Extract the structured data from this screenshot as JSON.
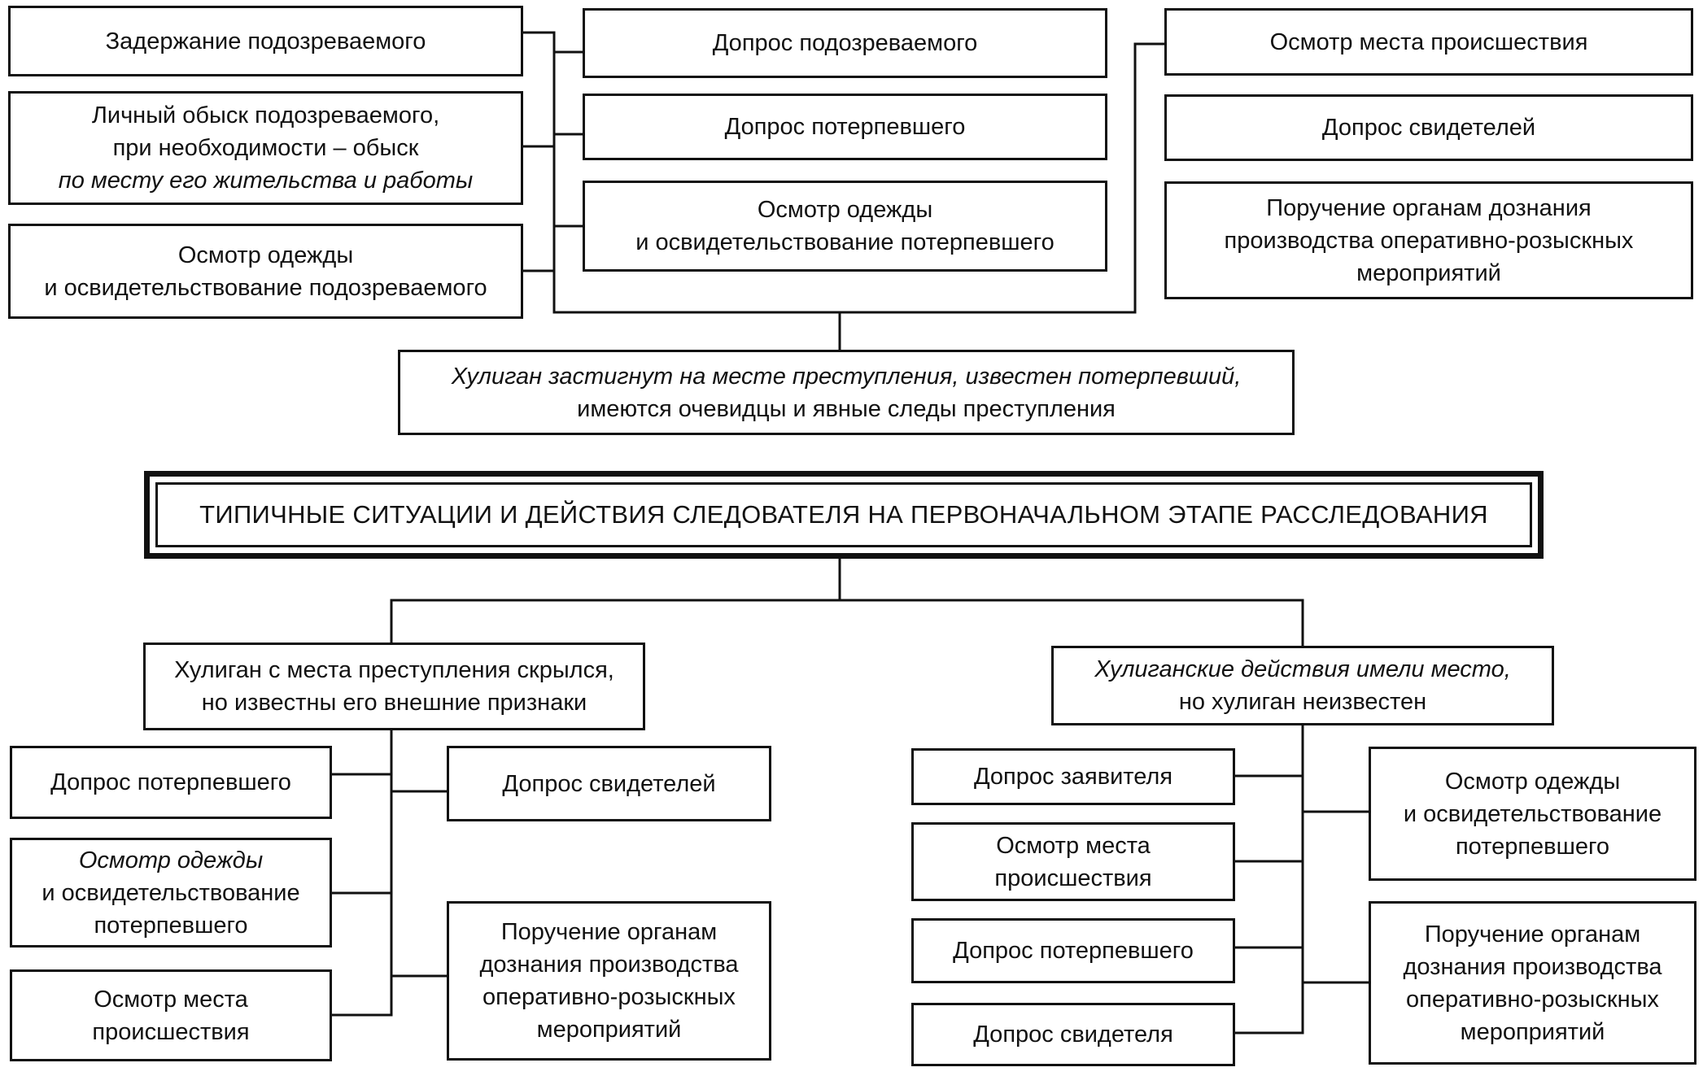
{
  "diagram": {
    "title": "ТИПИЧНЫЕ СИТУАЦИИ И ДЕЙСТВИЯ СЛЕДОВАТЕЛЯ НА ПЕРВОНАЧАЛЬНОМ ЭТАПЕ РАССЛЕДОВАНИЯ",
    "situation_top": {
      "lines": [
        "Хулиган застигнут на месте преступления, известен потерпевший,",
        "имеются очевидцы и явные следы преступления"
      ],
      "left_actions": [
        {
          "lines": [
            "Задержание подозреваемого"
          ]
        },
        {
          "lines": [
            "Личный обыск подозреваемого,",
            "при необходимости – обыск",
            "по месту его жительства и работы"
          ]
        },
        {
          "lines": [
            "Осмотр одежды",
            "и освидетельствование подозреваемого"
          ]
        }
      ],
      "middle_actions": [
        {
          "lines": [
            "Допрос подозреваемого"
          ]
        },
        {
          "lines": [
            "Допрос потерпевшего"
          ]
        },
        {
          "lines": [
            "Осмотр одежды",
            "и освидетельствование потерпевшего"
          ]
        }
      ],
      "right_actions": [
        {
          "lines": [
            "Осмотр места происшествия"
          ]
        },
        {
          "lines": [
            "Допрос свидетелей"
          ]
        },
        {
          "lines": [
            "Поручение органам дознания",
            "производства оперативно-розыскных",
            "мероприятий"
          ]
        }
      ]
    },
    "situation_left": {
      "lines": [
        "Хулиган с места преступления скрылся,",
        "но известны его внешние признаки"
      ],
      "left_actions": [
        {
          "lines": [
            "Допрос потерпевшего"
          ]
        },
        {
          "lines": [
            "Осмотр одежды",
            "и освидетельствование",
            "потерпевшего"
          ]
        },
        {
          "lines": [
            "Осмотр места",
            "происшествия"
          ]
        }
      ],
      "right_actions": [
        {
          "lines": [
            "Допрос свидетелей"
          ]
        },
        {
          "lines": [
            "Поручение органам",
            "дознания производства",
            "оперативно-розыскных",
            "мероприятий"
          ]
        }
      ]
    },
    "situation_right": {
      "lines": [
        "Хулиганские действия имели место,",
        "но хулиган неизвестен"
      ],
      "left_actions": [
        {
          "lines": [
            "Допрос заявителя"
          ]
        },
        {
          "lines": [
            "Осмотр места",
            "происшествия"
          ]
        },
        {
          "lines": [
            "Допрос потерпевшего"
          ]
        },
        {
          "lines": [
            "Допрос свидетеля"
          ]
        }
      ],
      "right_actions": [
        {
          "lines": [
            "Осмотр одежды",
            "и освидетельствование",
            "потерпевшего"
          ]
        },
        {
          "lines": [
            "Поручение органам",
            "дознания производства",
            "оперативно-розыскных",
            "мероприятий"
          ]
        }
      ]
    }
  }
}
